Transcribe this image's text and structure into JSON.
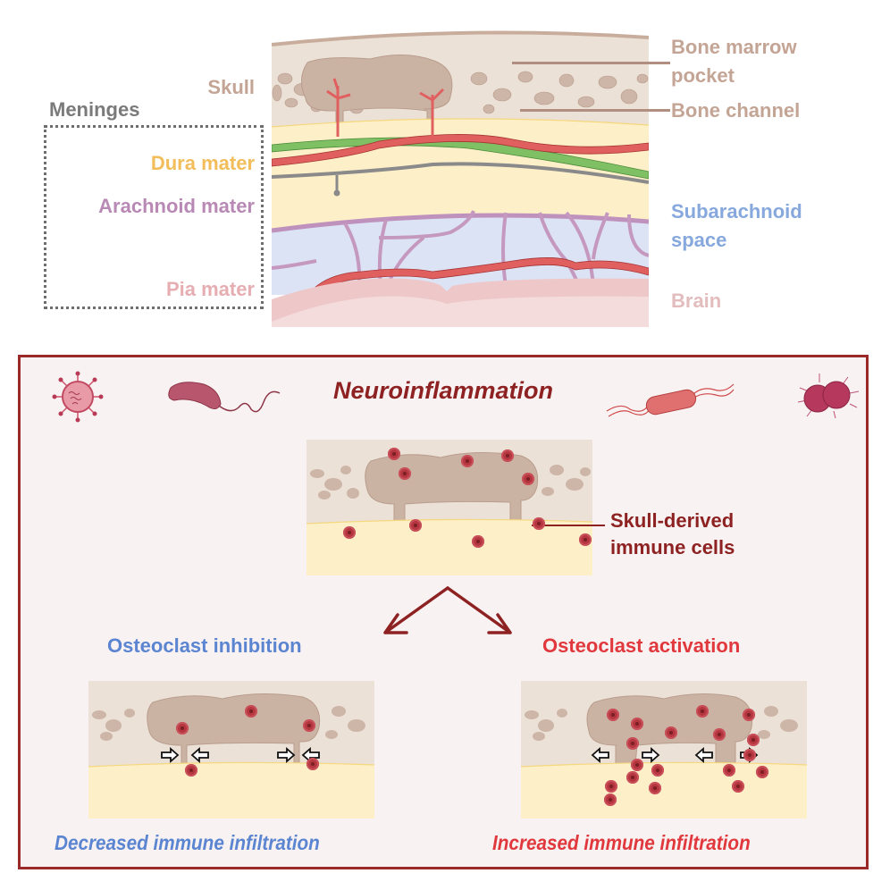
{
  "anatomy": {
    "labels": {
      "skull": "Skull",
      "meninges": "Meninges",
      "dura_mater": "Dura mater",
      "arachnoid_mater": "Arachnoid mater",
      "pia_mater": "Pia mater",
      "bone_marrow_pocket_line1": "Bone marrow",
      "bone_marrow_pocket_line2": "pocket",
      "bone_channel": "Bone channel",
      "subarachnoid_space_line1": "Subarachnoid",
      "subarachnoid_space_line2": "space",
      "brain": "Brain"
    },
    "colors": {
      "skull": "#c4a595",
      "meninges": "#7a7a7a",
      "dura_mater": "#f2bd5a",
      "arachnoid_mater": "#b889b5",
      "pia_mater": "#e6aeb2",
      "bone": "#c4a595",
      "subarachnoid": "#86a8dd",
      "brain": "#e3bcbd"
    }
  },
  "panel": {
    "title": "Neuroinflammation",
    "pathogens": [
      "virus-icon",
      "flagellated-bacterium-icon",
      "rod-bacterium-icon",
      "diplococcus-icon"
    ],
    "callout": {
      "line1": "Skull-derived",
      "line2": "immune cells"
    },
    "branches": [
      {
        "title": "Osteoclast inhibition",
        "outcome": "Decreased immune infiltration",
        "color": "#5b84d1"
      },
      {
        "title": "Osteoclast activation",
        "outcome": "Increased immune infiltration",
        "color": "#e0383d"
      }
    ],
    "colors": {
      "border": "#9a2a2a",
      "title": "#8e2222",
      "background": "#f8f3f2"
    }
  }
}
